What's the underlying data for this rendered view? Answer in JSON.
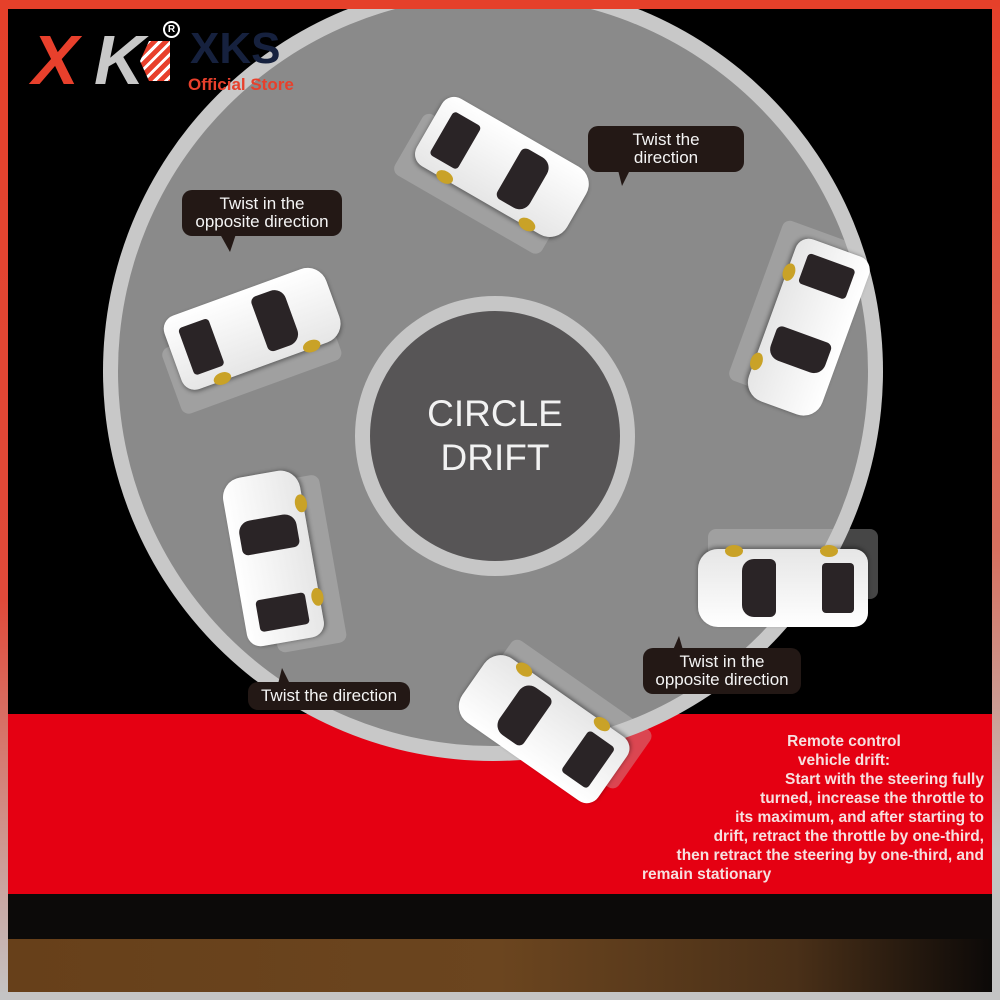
{
  "brand": {
    "logo_mark": "XK",
    "registered_symbol": "R",
    "name": "XKS",
    "subtitle": "Official Store",
    "colors": {
      "red": "#e8402c",
      "navy": "#16213e",
      "gray": "#c8c8c8"
    }
  },
  "diagram": {
    "center_label_line1": "CIRCLE",
    "center_label_line2": "DRIFT",
    "bubbles": [
      {
        "id": "top-right",
        "line1": "Twist the direction",
        "line2": ""
      },
      {
        "id": "top-left",
        "line1": "Twist in the",
        "line2": "opposite direction"
      },
      {
        "id": "bottom-right",
        "line1": "Twist in the",
        "line2": "opposite direction"
      },
      {
        "id": "bottom-left",
        "line1": "Twist the direction",
        "line2": ""
      }
    ],
    "car_count": 6
  },
  "instructions": {
    "title_line1": "Remote control",
    "title_line2": "vehicle drift:",
    "lines": [
      "Start with the steering fully",
      "turned, increase the throttle to",
      "its maximum, and after starting to",
      "drift, retract the throttle by one-third,",
      "then retract the steering by one-third, and",
      "remain stationary"
    ]
  },
  "colors": {
    "frame_border": "#e5402a",
    "background": "#000000",
    "track": "#8a8a8a",
    "track_edge": "#c8c8c8",
    "center": "#575556",
    "band_red": "#e50012",
    "bubble": "#231815"
  }
}
